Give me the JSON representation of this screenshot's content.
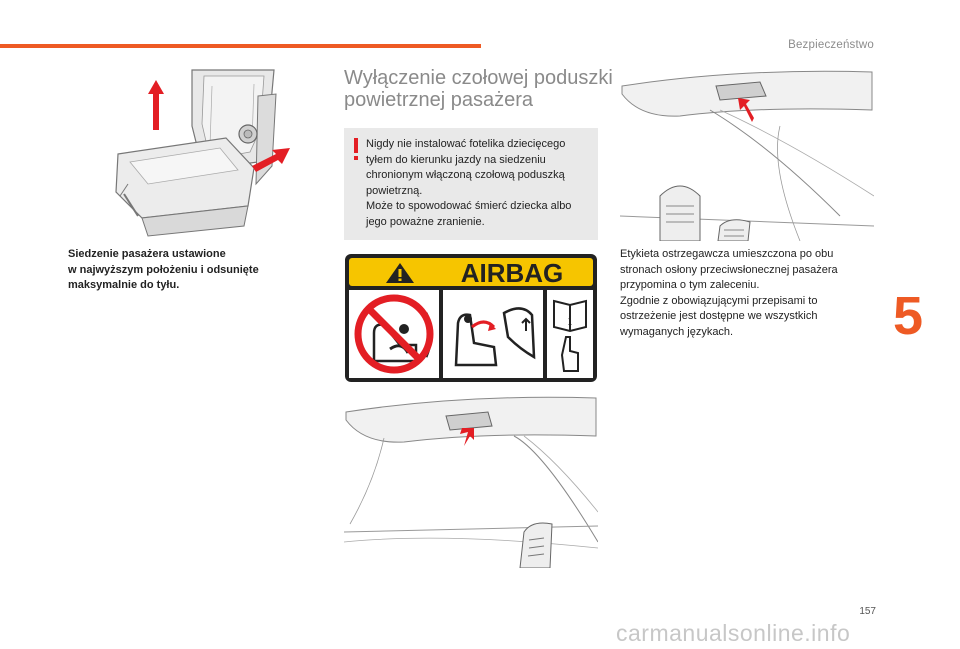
{
  "header": {
    "section": "Bezpieczeństwo",
    "chapter_number": "5"
  },
  "footer": {
    "page_number": "157",
    "watermark": "carmanualsonline.info"
  },
  "seat": {
    "caption": [
      "Siedzenie pasażera ustawione",
      "w najwyższym położeniu i odsunięte",
      "maksymalnie do tyłu."
    ]
  },
  "article": {
    "title": [
      "Wyłączenie czołowej poduszki",
      "powietrznej pasażera"
    ],
    "warning": [
      "Nigdy nie instalować fotelika dziecięcego",
      "tyłem do kierunku jazdy na siedzeniu",
      "chronionym włączoną czołową poduszką",
      "powietrzną.",
      "Może to spowodować śmierć dziecka albo",
      "jego poważne zranienie."
    ],
    "airbag_label_text": "AIRBAG"
  },
  "label_info": {
    "text": [
      "Etykieta ostrzegawcza umieszczona po obu",
      "stronach osłony przeciwsłonecznej pasażera",
      "przypomina o tym zaleceniu.",
      "Zgodnie z obowiązującymi przepisami to",
      "ostrzeżenie jest dostępne we wszystkich",
      "wymaganych językach."
    ]
  },
  "colors": {
    "accent": "#ee5a24",
    "warning_red": "#e31e24",
    "label_yellow": "#f6c500",
    "warning_box": "#e9e9e9"
  }
}
